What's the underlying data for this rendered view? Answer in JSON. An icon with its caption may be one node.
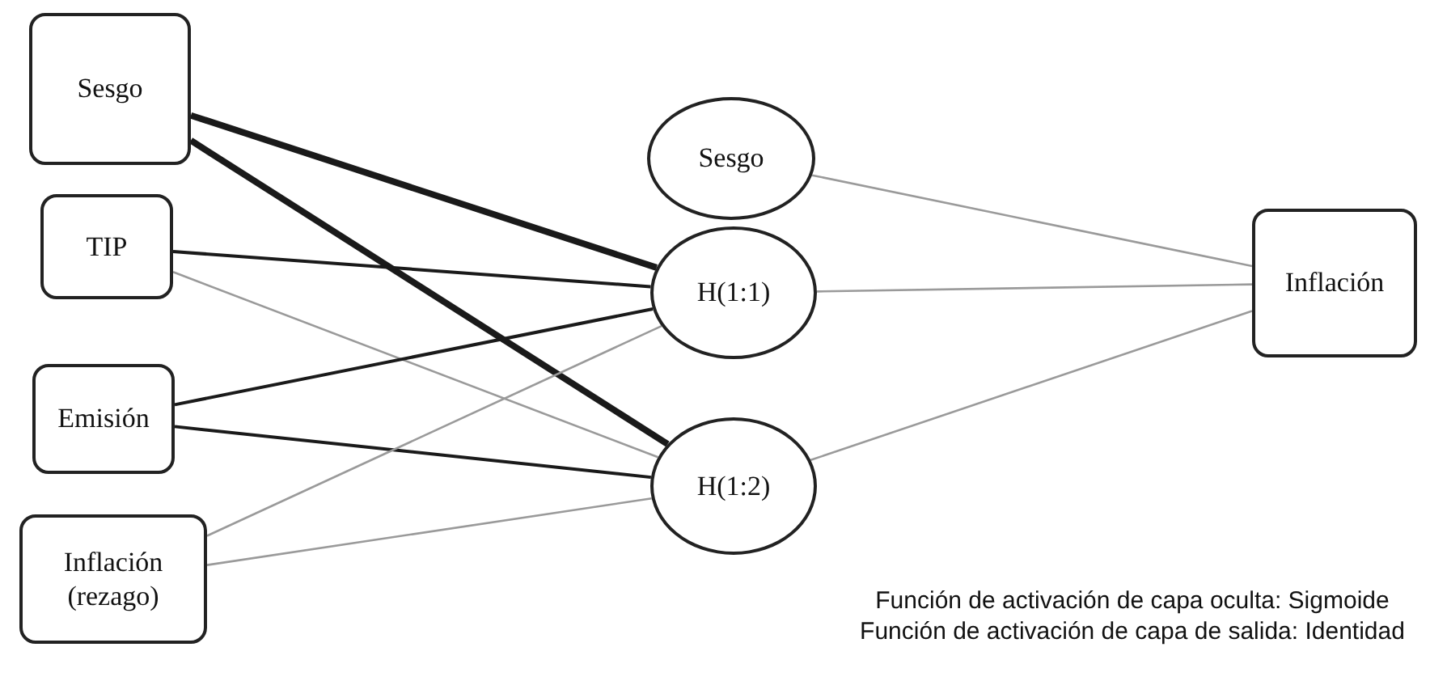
{
  "diagram": {
    "nodes": [
      {
        "text": [
          "Sesgo"
        ]
      },
      {
        "text": [
          "TIP"
        ]
      },
      {
        "text": [
          "Emisión"
        ]
      },
      {
        "text": [
          "Inflación (rezago)"
        ]
      },
      {
        "text": [
          "Sesgo"
        ]
      },
      {
        "text": [
          "H(1:1)"
        ]
      },
      {
        "text": [
          "H(1:2)"
        ]
      },
      {
        "text": [
          "Inflación"
        ]
      }
    ],
    "edges": [
      {
        "from": 0,
        "to": 5,
        "arrow": "none",
        "style": "thick",
        "color": "#1a1a1a"
      },
      {
        "from": 0,
        "to": 6,
        "arrow": "none",
        "style": "thick",
        "color": "#1a1a1a"
      },
      {
        "from": 1,
        "to": 5,
        "arrow": "none",
        "color": "#1a1a1a"
      },
      {
        "from": 1,
        "to": 6,
        "arrow": "none"
      },
      {
        "from": 2,
        "to": 5,
        "arrow": "none",
        "color": "#1a1a1a"
      },
      {
        "from": 2,
        "to": 6,
        "arrow": "none",
        "color": "#1a1a1a"
      },
      {
        "from": 3,
        "to": 5,
        "arrow": "none"
      },
      {
        "from": 3,
        "to": 6,
        "arrow": "none"
      },
      {
        "from": 4,
        "to": 7,
        "arrow": "none"
      },
      {
        "from": 5,
        "to": 7,
        "arrow": "none"
      },
      {
        "from": 6,
        "to": 7,
        "arrow": "none"
      }
    ],
    "labels": [
      "Función de activación de capa oculta: Sigmoide",
      "Función de activación de capa de salida: Identidad"
    ]
  }
}
